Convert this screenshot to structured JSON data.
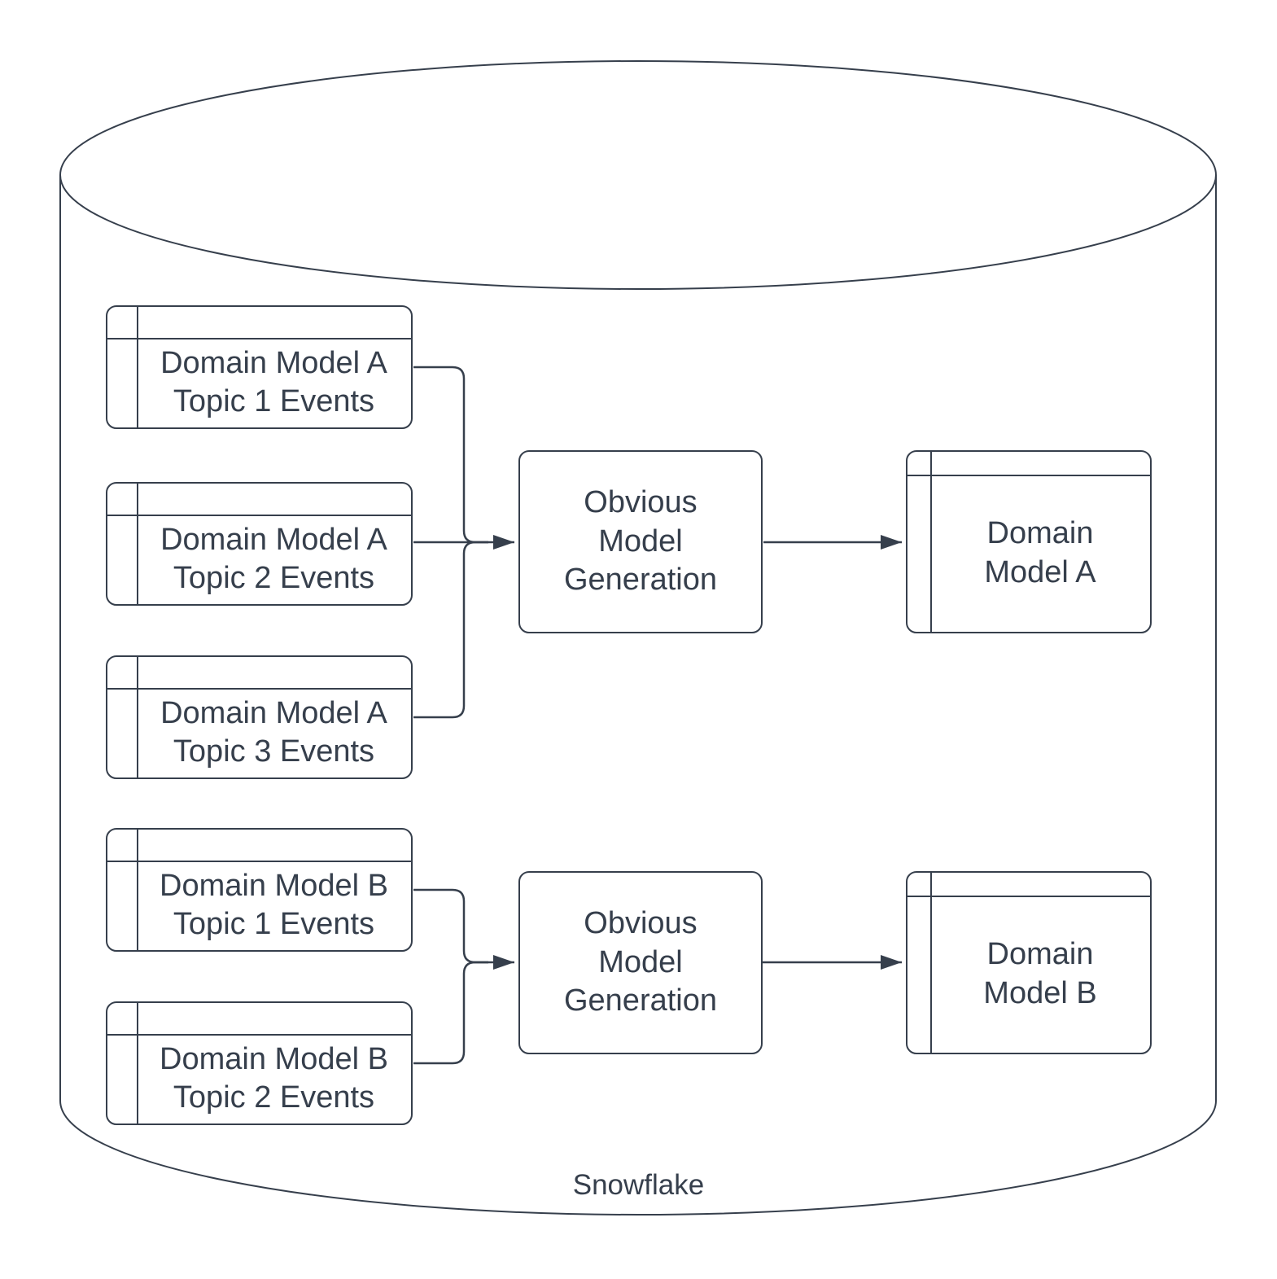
{
  "diagram": {
    "container_label": "Snowflake",
    "colors": {
      "stroke": "#363f4c",
      "text": "#363f4c",
      "background": "#ffffff"
    },
    "topic_tables": [
      {
        "label": "Domain Model A\nTopic 1 Events"
      },
      {
        "label": "Domain Model A\nTopic 2 Events"
      },
      {
        "label": "Domain Model A\nTopic 3 Events"
      },
      {
        "label": "Domain Model B\nTopic 1 Events"
      },
      {
        "label": "Domain Model B\nTopic 2 Events"
      }
    ],
    "process_boxes": [
      {
        "label": "Obvious\nModel\nGeneration"
      },
      {
        "label": "Obvious\nModel\nGeneration"
      }
    ],
    "output_tables": [
      {
        "label": "Domain\nModel A"
      },
      {
        "label": "Domain\nModel B"
      }
    ]
  }
}
